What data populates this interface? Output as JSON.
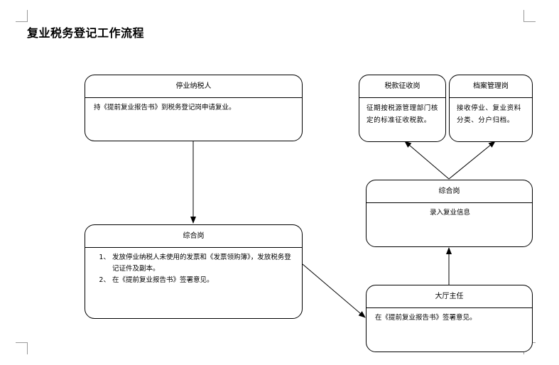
{
  "title": "复业税务登记工作流程",
  "nodes": {
    "taxpayer": {
      "header": "停业纳税人",
      "body": "持《提前复业报告书》到税务登记岗申请复业。"
    },
    "comprehensive_1": {
      "header": "综合岗",
      "items": [
        "发放停业纳税人未使用的发票和《发票领购簿》，发放税务登记证件及副本。",
        "在《提前复业报告书》签署意见。"
      ]
    },
    "hall_director": {
      "header": "大厅主任",
      "body": "在《提前复业报告书》签署意见。"
    },
    "comprehensive_2": {
      "header": "综合岗",
      "body": "录入复业信息"
    },
    "tax_collection": {
      "header": "税款征收岗",
      "body": "征期按税源管理部门核定的标准征收税款。"
    },
    "archives": {
      "header": "档案管理岗",
      "body": "接收停业、复业资料分类、分户归档。"
    }
  }
}
